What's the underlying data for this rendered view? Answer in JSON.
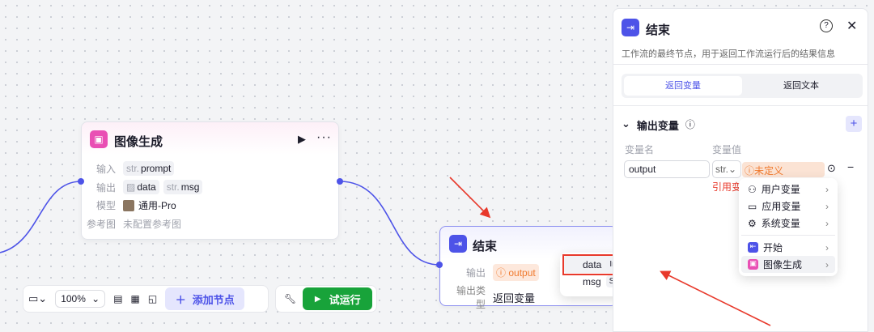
{
  "canvas": {
    "edge_color": "#4d53e8"
  },
  "image_node": {
    "title": "图像生成",
    "icon": "image-icon",
    "accent": "#e94fb4",
    "input_label": "输入",
    "input_type": "str.",
    "input_name": "prompt",
    "output_label": "输出",
    "outputs": [
      {
        "type_icon": "image-icon",
        "name": "data"
      },
      {
        "type": "str.",
        "name": "msg"
      }
    ],
    "model_label": "模型",
    "model_value": "通用-Pro",
    "ref_label": "参考图",
    "ref_value": "未配置参考图"
  },
  "end_node": {
    "title": "结束",
    "icon": "exit-icon",
    "accent": "#4d53e8",
    "output_label": "输出",
    "output_value": "output",
    "output_type_label": "输出类型",
    "output_type_value": "返回变量"
  },
  "var_dropdown": {
    "items": [
      {
        "name": "data",
        "type": "Image",
        "highlighted": true
      },
      {
        "name": "msg",
        "type": "String"
      }
    ]
  },
  "toolbar": {
    "zoom": "100%",
    "add_node": "添加节点",
    "run": "试运行",
    "run_color": "#18a33a"
  },
  "panel": {
    "title": "结束",
    "description": "工作流的最终节点，用于返回工作流运行后的结果信息",
    "tabs": [
      {
        "label": "返回变量",
        "active": true
      },
      {
        "label": "返回文本",
        "active": false
      }
    ],
    "section_title": "输出变量",
    "col_name": "变量名",
    "col_value": "变量值",
    "var_name": "output",
    "var_type": "str.",
    "var_value": "未定义",
    "error": "引用变量"
  },
  "source_menu": {
    "items": [
      {
        "label": "用户变量",
        "icon": "user-icon"
      },
      {
        "label": "应用变量",
        "icon": "folder-icon"
      },
      {
        "label": "系统变量",
        "icon": "gear-icon"
      }
    ],
    "nodes": [
      {
        "label": "开始",
        "icon": "start-icon"
      },
      {
        "label": "图像生成",
        "icon": "image-icon",
        "highlighted": true
      }
    ]
  },
  "annotation_color": "#e8392b"
}
